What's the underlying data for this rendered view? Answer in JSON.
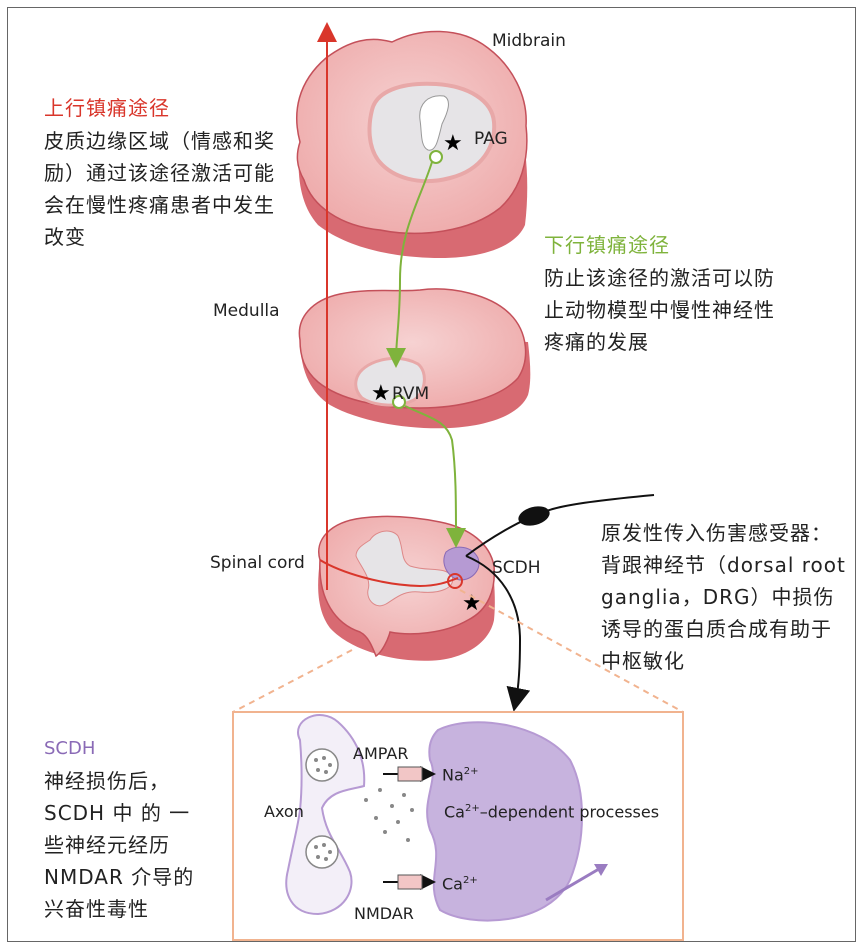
{
  "labels": {
    "midbrain": "Midbrain",
    "pag": "PAG",
    "medulla": "Medulla",
    "rvm": "RVM",
    "spinal_cord": "Spinal cord",
    "scdh": "SCDH",
    "ampar": "AMPAR",
    "nmdar": "NMDAR",
    "axon": "Axon",
    "na": "Na",
    "na_sup": "2+",
    "ca1": "Ca",
    "ca1_sup": "2+",
    "ca1_rest": "–dependent  processes",
    "ca2": "Ca",
    "ca2_sup": "2+"
  },
  "ascending": {
    "title": "上行镇痛途径",
    "body": "皮质边缘区域（情感和奖励）通过该途径激活可能会在慢性疼痛患者中发生改变"
  },
  "descending": {
    "title": "下行镇痛途径",
    "body": "防止该途径的激活可以防止动物模型中慢性神经性疼痛的发展"
  },
  "primary_afferent": {
    "body": "原发性传入伤害感受器：背跟神经节（dorsal root ganglia，DRG）中损伤诱导的蛋白质合成有助于中枢敏化"
  },
  "scdh_note": {
    "title": "SCDH",
    "body": "神经损伤后，SCDH 中 的 一些神经元经历NMDAR 介导的兴奋性毒性"
  },
  "colors": {
    "ascending_red": "#d9362b",
    "descending_green": "#7fb33c",
    "scdh_purple": "#8a6ab6",
    "tissue_pink": "#f3c3c3",
    "tissue_side": "#d86a72"
  }
}
